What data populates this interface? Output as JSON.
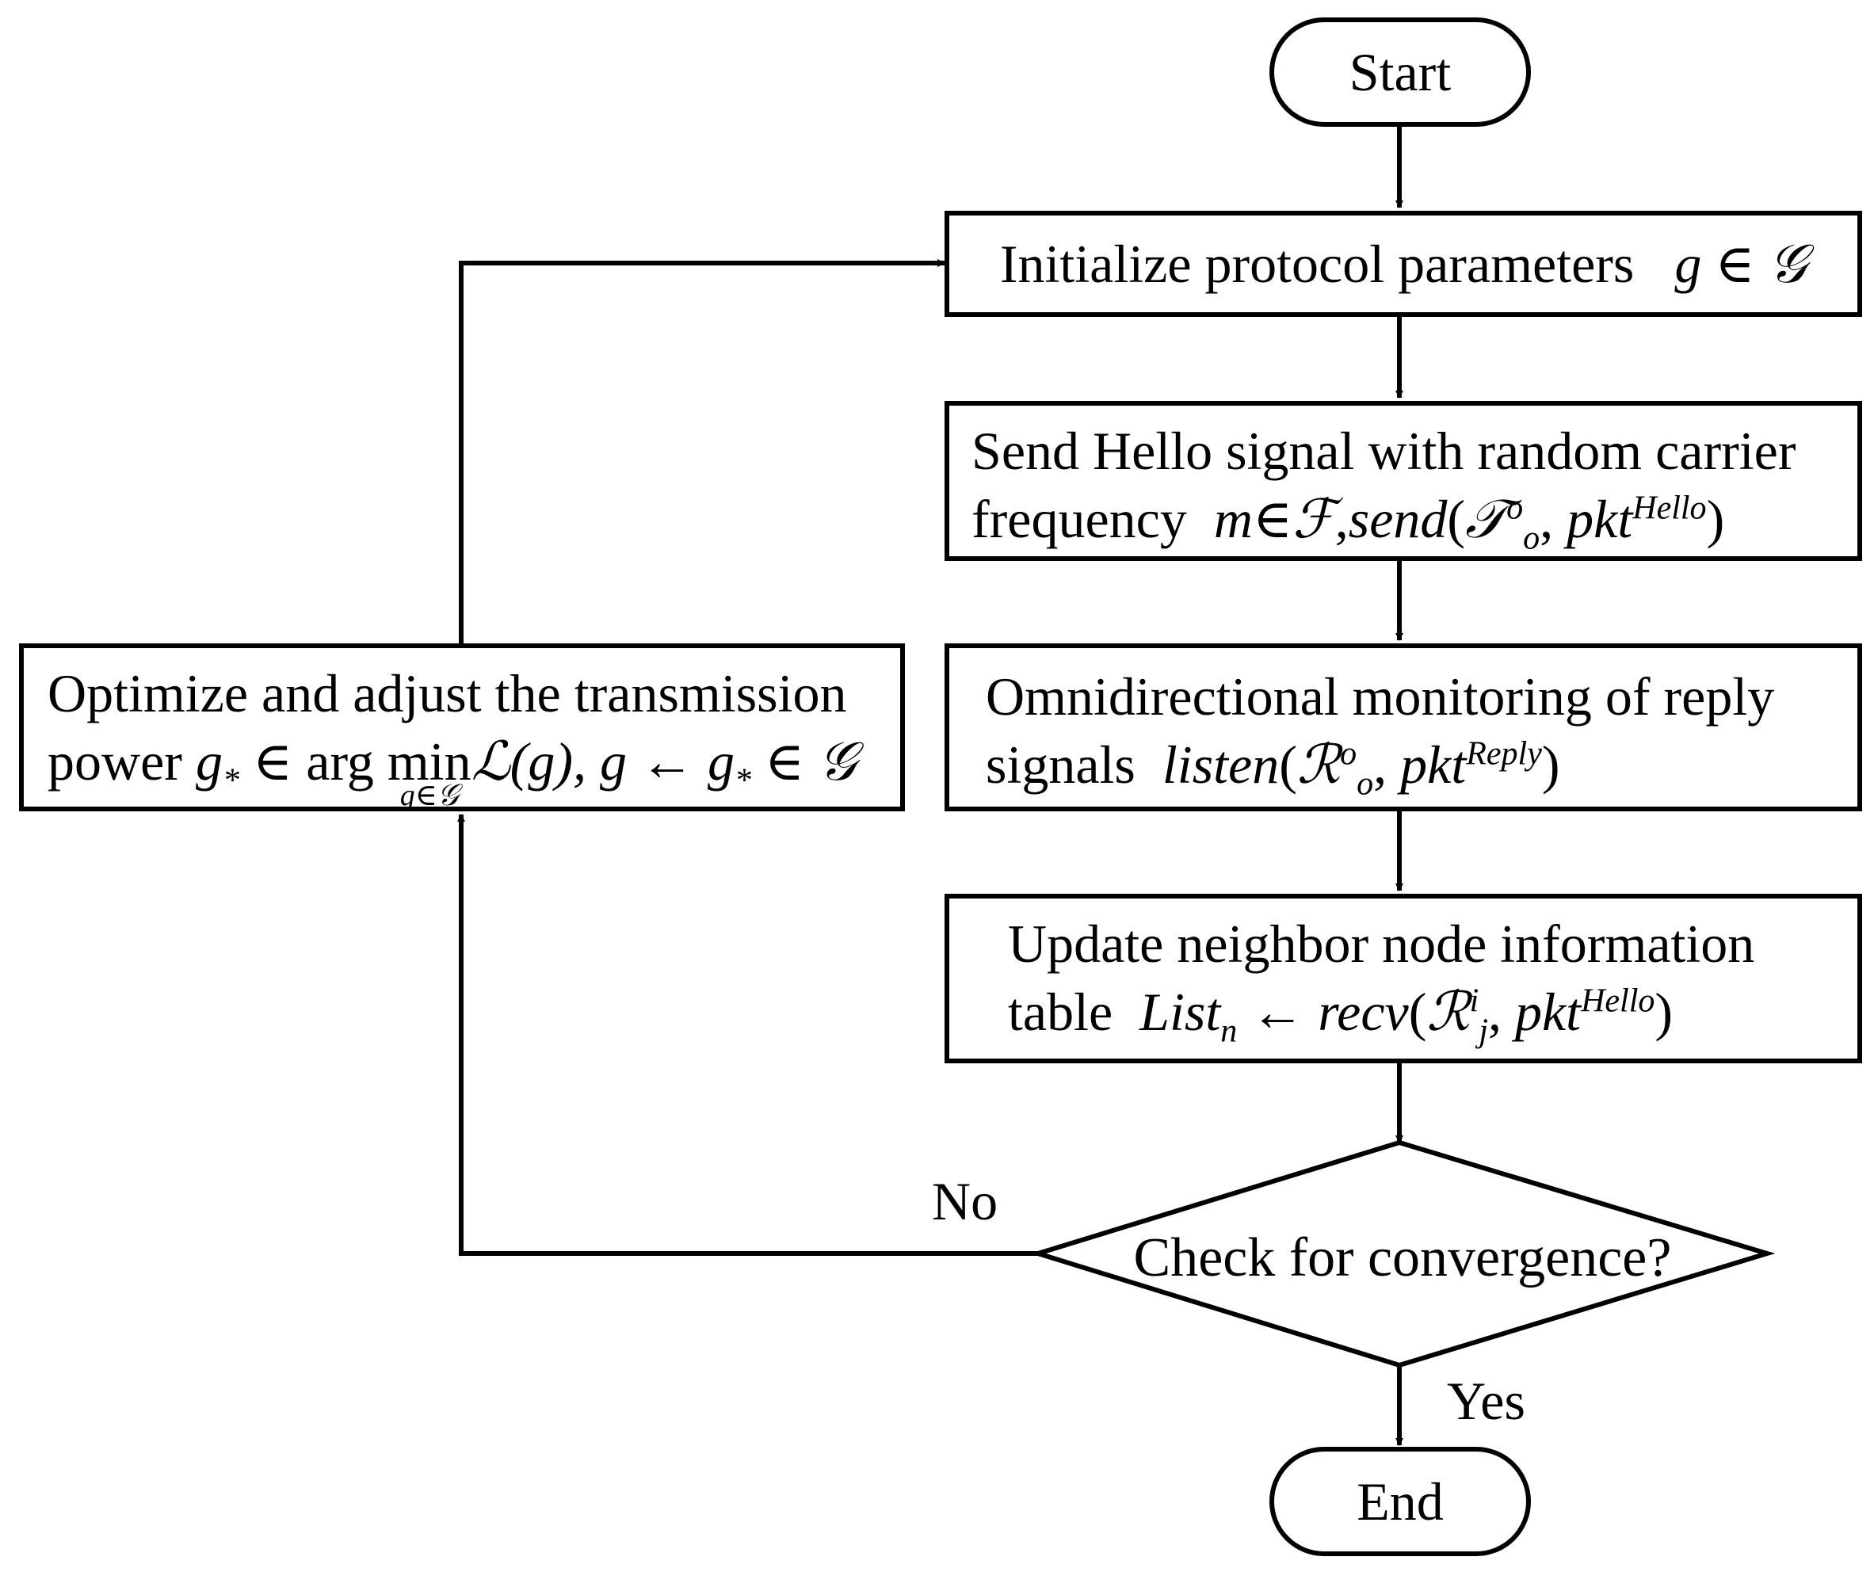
{
  "nodes": {
    "start": "Start",
    "init": {
      "text": "Initialize protocol parameters",
      "var": "g",
      "rel": "∈",
      "set": "𝒢"
    },
    "send": {
      "line1": "Send Hello signal with random carrier",
      "line2_text": "frequency",
      "var": "m",
      "rel": "∈",
      "set": "ℱ",
      "sep": ",",
      "func": "send",
      "open": "(",
      "T": "𝒯",
      "T_sub": "o",
      "T_sup": "o",
      "comma": ",",
      "pkt": "pkt",
      "pkt_sup": "Hello",
      "close": ")"
    },
    "listen": {
      "line1": "Omnidirectional monitoring of reply",
      "line2_text": "signals",
      "func": "listen",
      "open": "(",
      "R": "ℛ",
      "R_sub": "o",
      "R_sup": "o",
      "comma": ",",
      "pkt": "pkt",
      "pkt_sup": "Reply",
      "close": ")"
    },
    "update": {
      "line1": "Update neighbor node information",
      "line2_text": "table",
      "list": "List",
      "list_sub": "n",
      "arrow": "←",
      "func": "recv",
      "open": "(",
      "R": "ℛ",
      "R_sub": "j",
      "R_sup": "i",
      "comma": ",",
      "pkt": "pkt",
      "pkt_sup": "Hello",
      "close": ")"
    },
    "decision": "Check for convergence?",
    "optimize": {
      "line1": "Optimize and adjust the transmission",
      "line2_text": "power",
      "gstar": "g",
      "star": "*",
      "rel": "∈",
      "arg": "arg",
      "min": "min",
      "min_under": "g∈𝒢",
      "L": "ℒ",
      "L_arg": "(g),",
      "g": "g",
      "arrow": "←",
      "gstar2": "g",
      "star2": "*",
      "rel2": "∈",
      "set": "𝒢"
    },
    "end": "End"
  },
  "edge_labels": {
    "no": "No",
    "yes": "Yes"
  }
}
